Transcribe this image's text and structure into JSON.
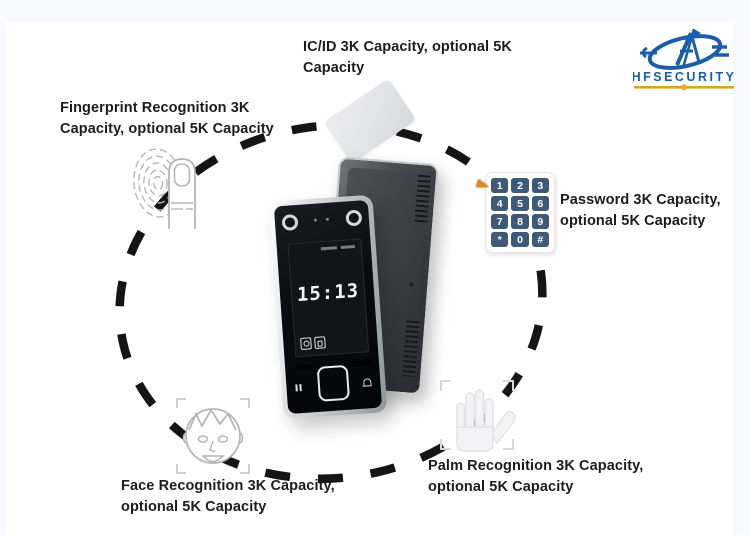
{
  "page": {
    "background": "#f8f9ff",
    "surface": "#ffffff",
    "dash_color": "#151515"
  },
  "brand": {
    "name": "HFSECURITY",
    "blue": "#1a5dab",
    "gold": "#d9a51e"
  },
  "features": {
    "ic": {
      "label": "IC/ID 3K Capacity, optional 5K\nCapacity"
    },
    "fingerprint": {
      "label": "Fingerprint Recognition 3K\nCapacity, optional 5K Capacity"
    },
    "password": {
      "label": "Password 3K Capacity,\noptional 5K Capacity"
    },
    "face": {
      "label": "Face Recognition 3K Capacity,\noptional 5K Capacity"
    },
    "palm": {
      "label": "Palm Recognition 3K Capacity,\noptional 5K Capacity"
    }
  },
  "keypad": {
    "keys": [
      "1",
      "2",
      "3",
      "4",
      "5",
      "6",
      "7",
      "8",
      "9",
      "*",
      "0",
      "#"
    ],
    "key_color": "#3d5a78"
  },
  "device": {
    "screen_time": "15:13"
  }
}
